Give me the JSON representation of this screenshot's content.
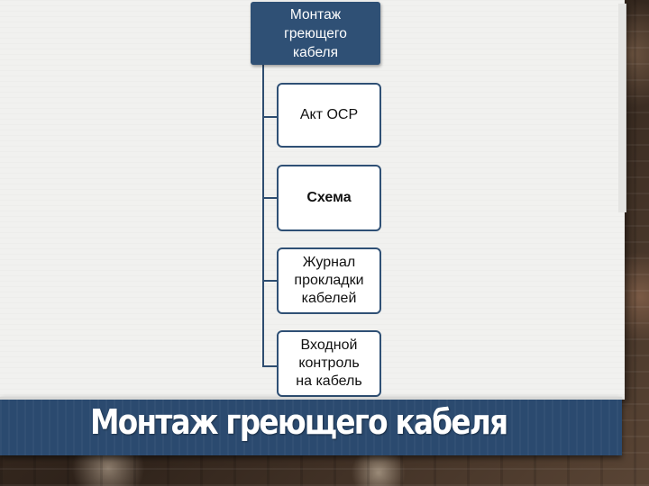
{
  "diagram": {
    "root": {
      "label": "Монтаж\nгреющего\nкабеля"
    },
    "children": [
      {
        "label": "Акт ОСР",
        "bold": false
      },
      {
        "label": "Схема",
        "bold": true
      },
      {
        "label": "Журнал\nпрокладки\nкабелей",
        "bold": false
      },
      {
        "label": "Входной\nконтроль\nна кабель",
        "bold": false
      }
    ]
  },
  "banner": {
    "title": "Монтаж греющего кабеля"
  },
  "colors": {
    "node_fill": "#2f5075",
    "banner_fill": "#2b4a6f",
    "connector": "#2e4d70"
  }
}
